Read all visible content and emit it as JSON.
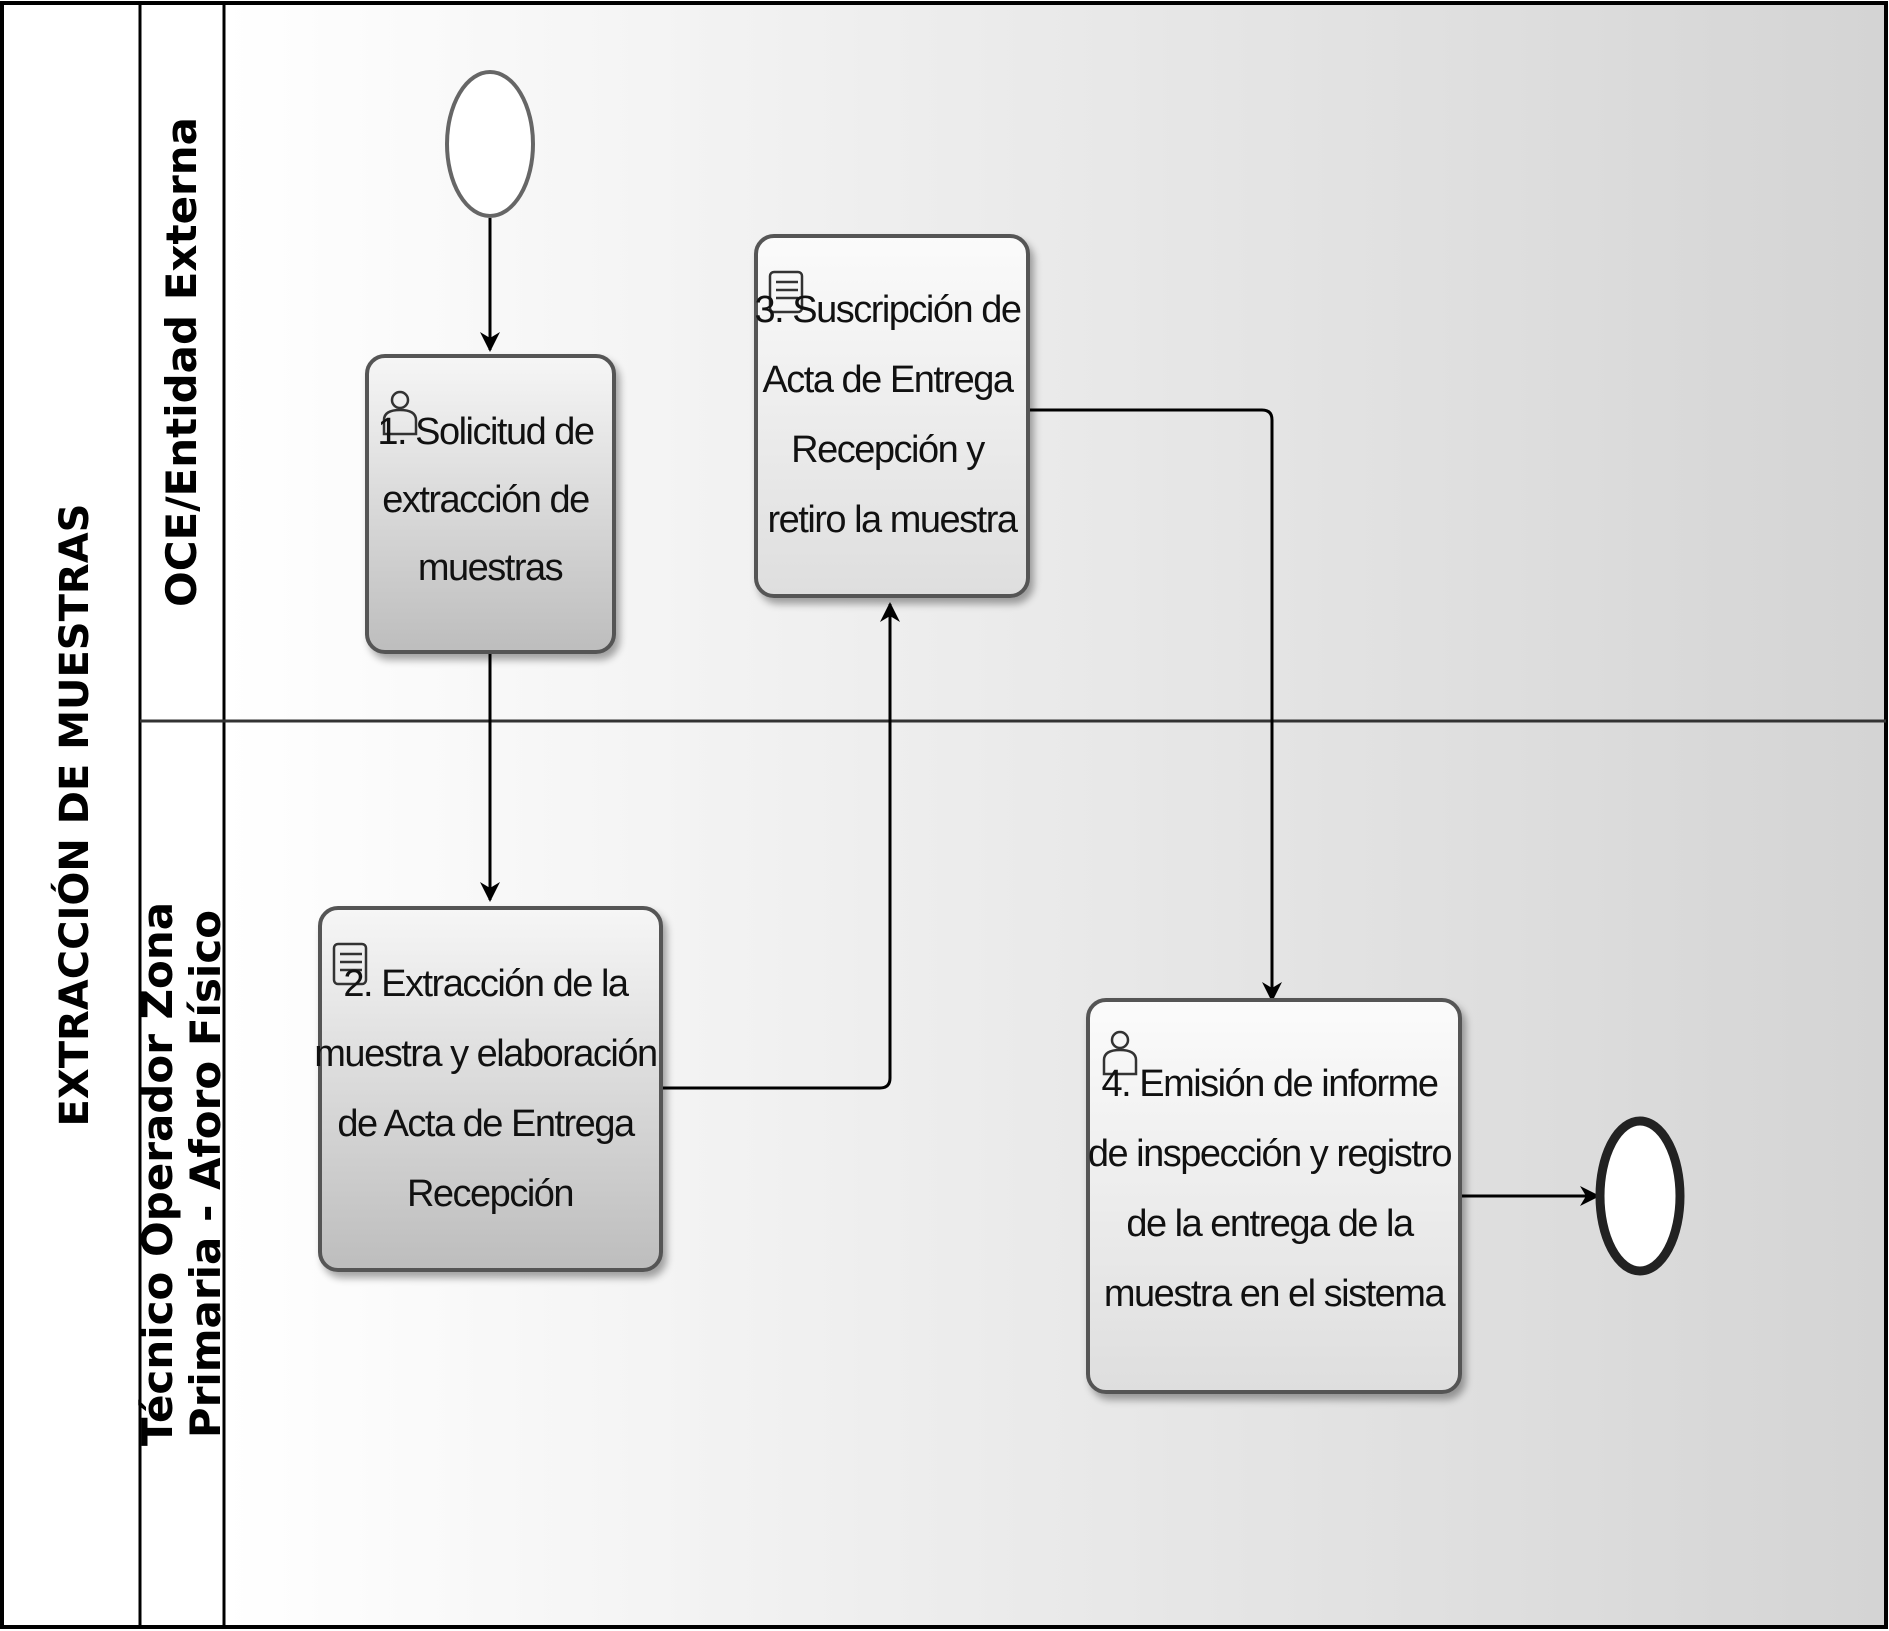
{
  "pool": {
    "title": "EXTRACCIÓN DE MUESTRAS"
  },
  "lanes": [
    {
      "id": "lane-oce",
      "lines": [
        "OCE/Entidad  Externa"
      ]
    },
    {
      "id": "lane-tecnico",
      "lines": [
        "Técnico Operador  Zona",
        "Primaria  -  Aforo Físico"
      ]
    }
  ],
  "tasks": [
    {
      "id": "task-1",
      "marker": "user",
      "lines": [
        "1. Solicitud de",
        "extracción de",
        "muestras"
      ]
    },
    {
      "id": "task-2",
      "marker": "manual",
      "lines": [
        "2. Extracción de la",
        "muestra y elaboración",
        "de Acta  de Entrega",
        "Recepción"
      ]
    },
    {
      "id": "task-3",
      "marker": "manual",
      "lines": [
        "3. Suscripción de",
        "Acta de Entrega",
        "Recepción y",
        "retiro la muestra"
      ]
    },
    {
      "id": "task-4",
      "marker": "user",
      "lines": [
        "4. Emisión de informe",
        "de inspección y registro",
        "de  la entrega de la",
        "muestra en el sistema"
      ]
    }
  ],
  "events": [
    {
      "id": "start-event",
      "type": "start"
    },
    {
      "id": "end-event",
      "type": "end"
    }
  ],
  "colors": {
    "border": "#000000",
    "task_fill_top": "#f4f4f4",
    "task_fill_bottom": "#c9c9c9",
    "task_stroke": "#555555",
    "lane_bg_left": "#ffffff",
    "lane_bg_right": "#d6d6d6"
  }
}
